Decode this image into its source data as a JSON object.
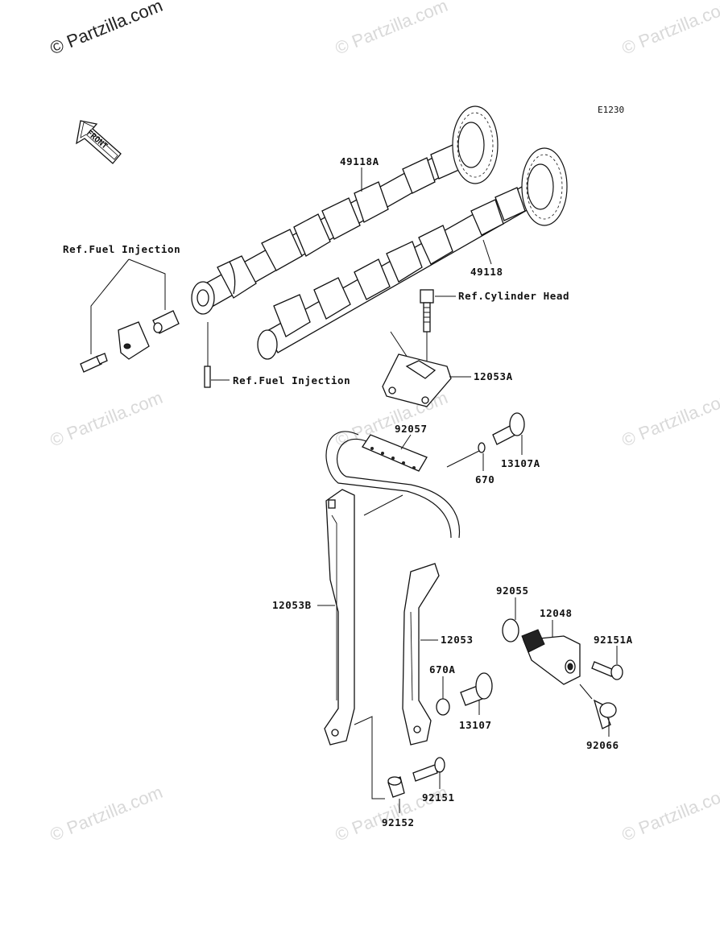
{
  "diagram_code": "E1230",
  "direction_label": "FRONT",
  "watermarks": {
    "top_left": "© Partzilla.com",
    "repeat": "© Partzilla.com"
  },
  "labels": {
    "camshaft_a": "49118A",
    "camshaft": "49118",
    "ref_fuel_injection_1": "Ref.Fuel Injection",
    "ref_fuel_injection_2": "Ref.Fuel Injection",
    "ref_cylinder_head": "Ref.Cylinder Head",
    "guide_upper": "12053A",
    "chain": "92057",
    "oring_670": "670",
    "bolt_13107a": "13107A",
    "guide_12053b": "12053B",
    "guide_12053": "12053",
    "oring_92055": "92055",
    "tensioner_12048": "12048",
    "bolt_92151a": "92151A",
    "oring_670a": "670A",
    "bolt_13107": "13107",
    "bolt_92066": "92066",
    "bolt_92151": "92151",
    "collar_92152": "92152"
  }
}
